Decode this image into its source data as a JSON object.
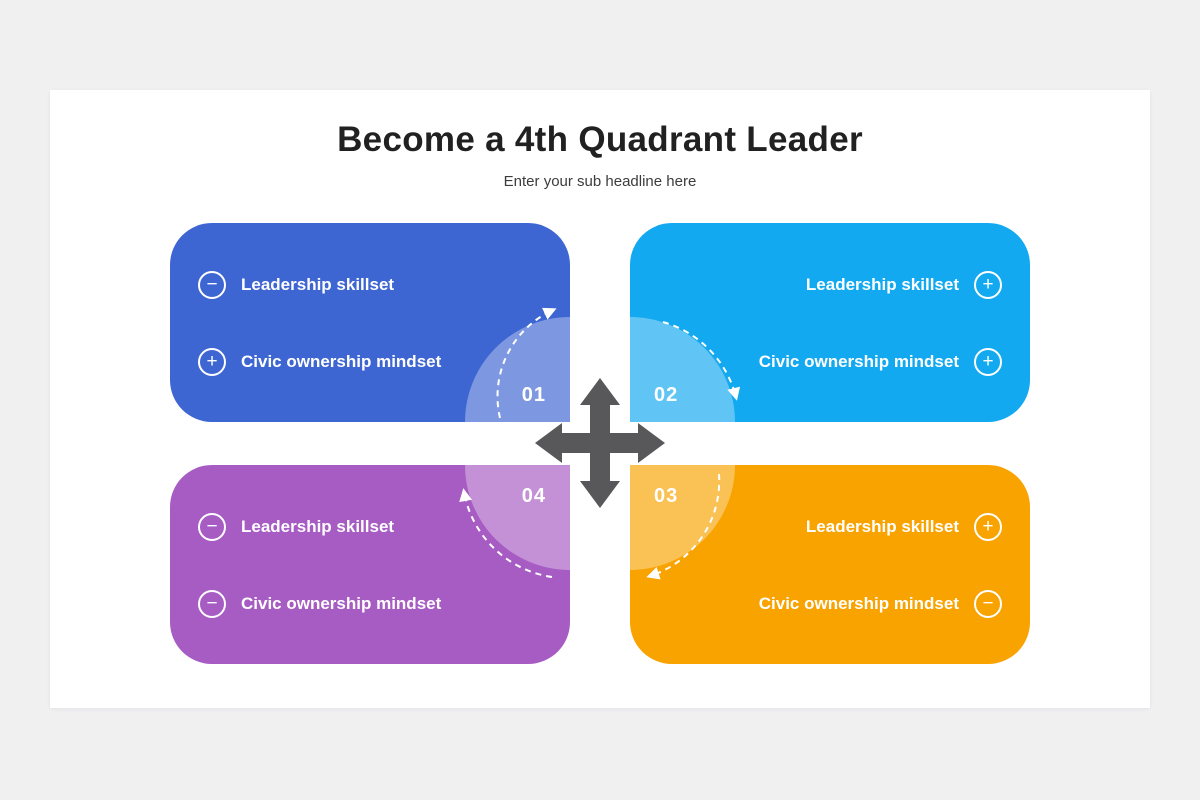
{
  "header": {
    "title": "Become a 4th Quadrant Leader",
    "subtitle": "Enter your sub headline here"
  },
  "colors": {
    "page_background": "#f0f0f1",
    "slide_background": "#ffffff",
    "quadrant_blue": "#3E66D3",
    "quadrant_cyan": "#12A9F0",
    "quadrant_purple": "#A75CC4",
    "quadrant_orange": "#F8A300",
    "cross": "#58585A",
    "arrow_dash": "#ffffff",
    "text_on_card": "#ffffff"
  },
  "glyphs": {
    "plus": "+",
    "minus": "−"
  },
  "quadrants": [
    {
      "number": "01",
      "position": "top-left",
      "color": "#3E66D3",
      "items": [
        {
          "icon": "minus-icon",
          "glyph": "−",
          "label": "Leadership skillset"
        },
        {
          "icon": "plus-icon",
          "glyph": "+",
          "label": "Civic ownership mindset"
        }
      ]
    },
    {
      "number": "02",
      "position": "top-right",
      "color": "#12A9F0",
      "items": [
        {
          "icon": "plus-icon",
          "glyph": "+",
          "label": "Leadership skillset"
        },
        {
          "icon": "plus-icon",
          "glyph": "+",
          "label": "Civic ownership mindset"
        }
      ]
    },
    {
      "number": "03",
      "position": "bottom-right",
      "color": "#F8A300",
      "items": [
        {
          "icon": "plus-icon",
          "glyph": "+",
          "label": "Leadership skillset"
        },
        {
          "icon": "minus-icon",
          "glyph": "−",
          "label": "Civic ownership mindset"
        }
      ]
    },
    {
      "number": "04",
      "position": "bottom-left",
      "color": "#A75CC4",
      "items": [
        {
          "icon": "minus-icon",
          "glyph": "−",
          "label": "Leadership skillset"
        },
        {
          "icon": "minus-icon",
          "glyph": "−",
          "label": "Civic ownership mindset"
        }
      ]
    }
  ],
  "flow": {
    "description": "clockwise dashed arrows 01 → 02 → 03 → 04",
    "center_icon": "four-way-move-arrows"
  }
}
